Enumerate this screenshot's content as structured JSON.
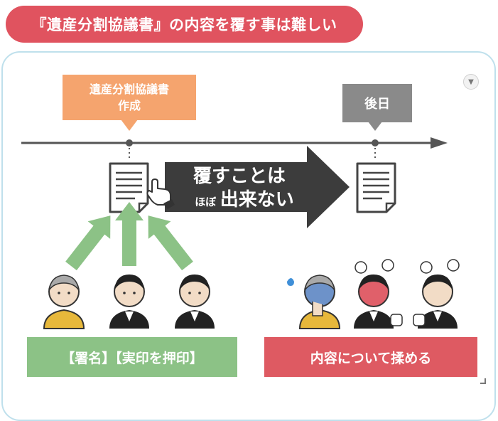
{
  "header": {
    "title": "『遺産分割協議書』の内容を覆す事は難しい"
  },
  "timeline": {
    "create_label_line1": "遺産分割協議書",
    "create_label_line2": "作成",
    "later_label": "後日"
  },
  "big_arrow": {
    "line1": "覆すことは",
    "line2_small": "ほぼ",
    "line2_large": "出来ない"
  },
  "banners": {
    "left": "【署名】【実印を押印】",
    "right": "内容について揉める"
  },
  "colors": {
    "title_bg": "#e0535f",
    "orange": "#f5a46e",
    "gray": "#8a8a8a",
    "green": "#8cc286",
    "red": "#de5a62",
    "dark_arrow": "#3c3c3c"
  }
}
